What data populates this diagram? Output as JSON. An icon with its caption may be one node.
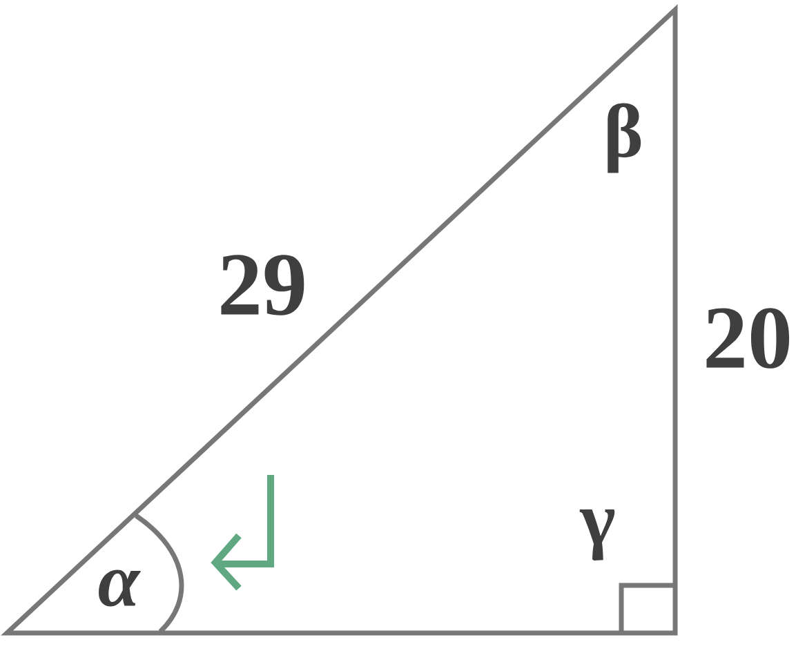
{
  "diagram": {
    "labels": [
      "β",
      "29",
      "20",
      "γ",
      "α"
    ]
  }
}
